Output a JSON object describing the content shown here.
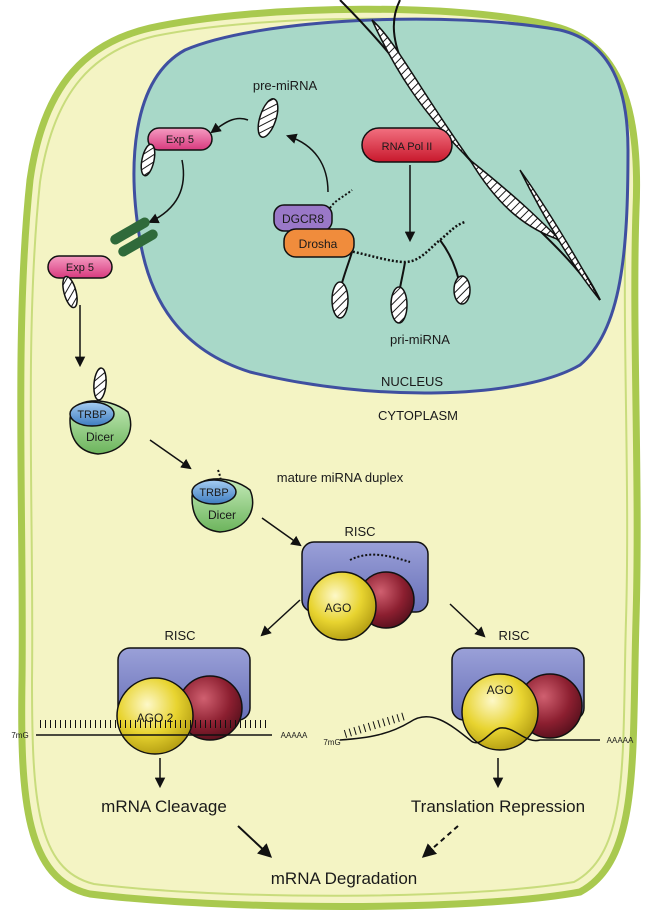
{
  "colors": {
    "cell_fill": "#f4f4c4",
    "cell_border": "#a9c94f",
    "nucleus_fill": "#a8d8c8",
    "nucleus_border": "#3f4fa0",
    "exp5": "#e0508e",
    "rna_pol": "#e0283c",
    "dgcr8": "#9a78c8",
    "drosha": "#f08c3c",
    "trbp": "#5d9ad8",
    "dicer": "#8ccc7c",
    "risc": "#7f86c8",
    "ago": "#e8d430",
    "maroon": "#8c1f30",
    "pore": "#2f6a3a"
  },
  "labels": {
    "pre_mirna": "pre-miRNA",
    "exp5_top": "Exp 5",
    "exp5_left": "Exp 5",
    "rna_pol": "RNA Pol II",
    "dgcr8": "DGCR8",
    "drosha": "Drosha",
    "pri_mirna": "pri-miRNA",
    "nucleus": "NUCLEUS",
    "cytoplasm": "CYTOPLASM",
    "trbp_1": "TRBP",
    "dicer_1": "Dicer",
    "trbp_2": "TRBP",
    "dicer_2": "Dicer",
    "mature": "mature miRNA duplex",
    "risc_top": "RISC",
    "ago_top": "AGO",
    "risc_left": "RISC",
    "ago2": "AGO 2",
    "risc_right": "RISC",
    "ago_right": "AGO",
    "cap_left": "7mG",
    "polya_left": "AAAAA",
    "cap_right": "7mG",
    "polya_right": "AAAAA",
    "cleavage": "mRNA Cleavage",
    "repression": "Translation Repression",
    "degradation": "mRNA Degradation"
  }
}
